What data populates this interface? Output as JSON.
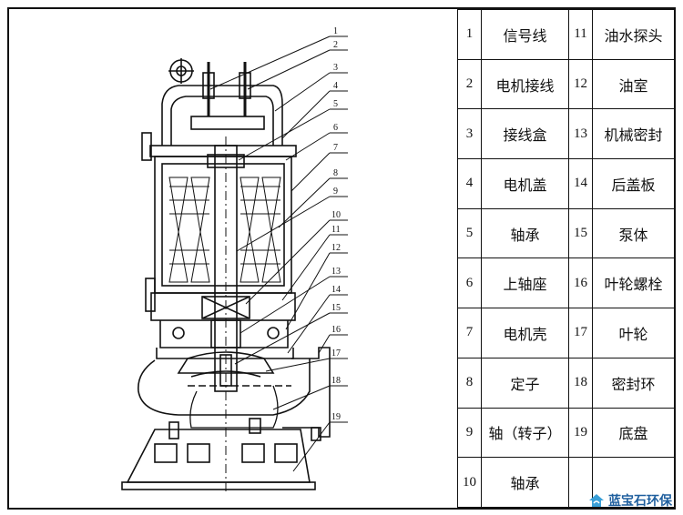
{
  "parts": [
    {
      "no": "1",
      "name": "信号线"
    },
    {
      "no": "2",
      "name": "电机接线"
    },
    {
      "no": "3",
      "name": "接线盒"
    },
    {
      "no": "4",
      "name": "电机盖"
    },
    {
      "no": "5",
      "name": "轴承"
    },
    {
      "no": "6",
      "name": "上轴座"
    },
    {
      "no": "7",
      "name": "电机壳"
    },
    {
      "no": "8",
      "name": "定子"
    },
    {
      "no": "9",
      "name": "轴（转子）"
    },
    {
      "no": "10",
      "name": "轴承"
    },
    {
      "no": "11",
      "name": "油水探头"
    },
    {
      "no": "12",
      "name": "油室"
    },
    {
      "no": "13",
      "name": "机械密封"
    },
    {
      "no": "14",
      "name": "后盖板"
    },
    {
      "no": "15",
      "name": "泵体"
    },
    {
      "no": "16",
      "name": "叶轮螺栓"
    },
    {
      "no": "17",
      "name": "叶轮"
    },
    {
      "no": "18",
      "name": "密封环"
    },
    {
      "no": "19",
      "name": "底盘"
    }
  ],
  "callout_labels": [
    "1",
    "2",
    "3",
    "4",
    "5",
    "6",
    "7",
    "8",
    "9",
    "10",
    "11",
    "12",
    "13",
    "14",
    "15",
    "16",
    "17",
    "18",
    "19"
  ],
  "watermark": "蓝宝石环保",
  "colors": {
    "line": "#111111",
    "watermark": "#1f5f9e"
  }
}
